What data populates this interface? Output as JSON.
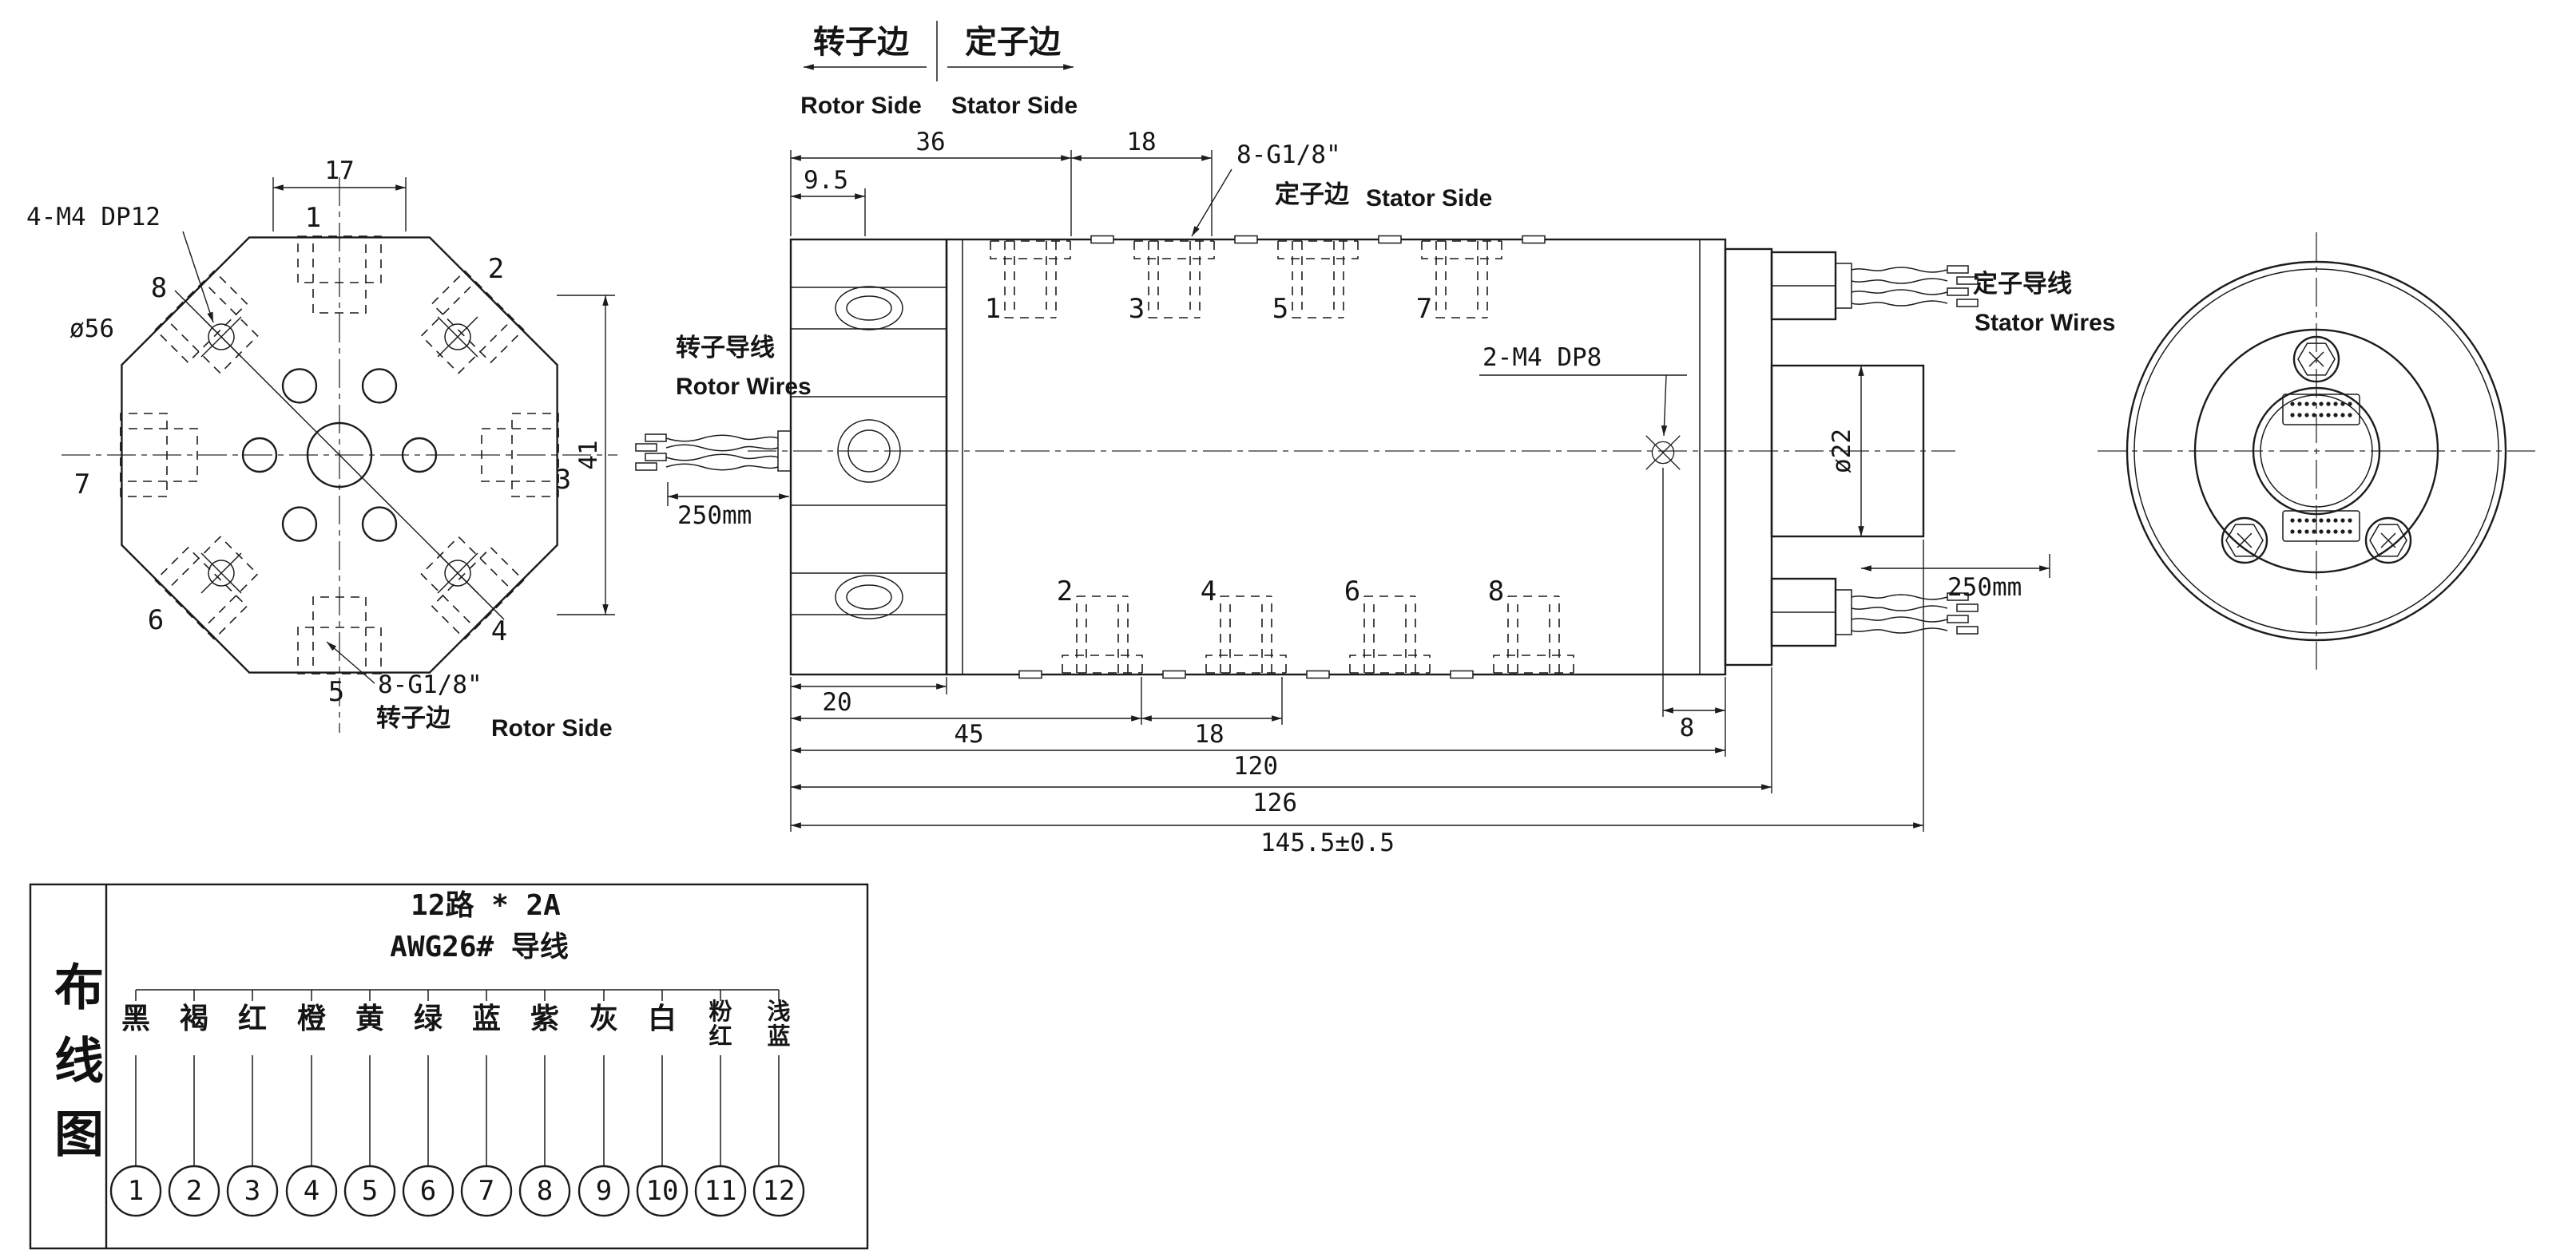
{
  "header": {
    "rotor_cn": "转子边",
    "stator_cn": "定子边",
    "rotor_en": "Rotor Side",
    "stator_en": "Stator Side"
  },
  "front_view": {
    "thread_note": "4-M4 DP12",
    "outer_diameter": "ø56",
    "dim_top": "17",
    "dim_side": "41",
    "port_note": "8-G1/8\"",
    "side_cn": "转子边",
    "side_en": "Rotor Side",
    "ring_numbers": [
      "1",
      "2",
      "3",
      "4",
      "5",
      "6",
      "7",
      "8"
    ]
  },
  "side_view": {
    "dim_36": "36",
    "dim_18_top": "18",
    "dim_9_5": "9.5",
    "port_note": "8-G1/8\"",
    "port_side_cn": "定子边",
    "port_side_en": "Stator Side",
    "top_port_numbers": [
      "1",
      "3",
      "5",
      "7"
    ],
    "bottom_port_numbers": [
      "2",
      "4",
      "6",
      "8"
    ],
    "screw_note": "2-M4 DP8",
    "rotor_wires_cn": "转子导线",
    "rotor_wires_en": "Rotor Wires",
    "rotor_wire_length": "250mm",
    "stator_wires_cn": "定子导线",
    "stator_wires_en": "Stator Wires",
    "stator_wire_length": "250mm",
    "shaft_diameter": "ø22",
    "dim_20": "20",
    "dim_45": "45",
    "dim_18_bottom": "18",
    "dim_8": "8",
    "dim_120": "120",
    "dim_126": "126",
    "dim_overall": "145.5±0.5"
  },
  "wiring": {
    "title": "布线图",
    "spec_line1": "12路 * 2A",
    "spec_line2": "AWG26# 导线",
    "wires": [
      {
        "num": "1",
        "color": "黑"
      },
      {
        "num": "2",
        "color": "褐"
      },
      {
        "num": "3",
        "color": "红"
      },
      {
        "num": "4",
        "color": "橙"
      },
      {
        "num": "5",
        "color": "黄"
      },
      {
        "num": "6",
        "color": "绿"
      },
      {
        "num": "7",
        "color": "蓝"
      },
      {
        "num": "8",
        "color": "紫"
      },
      {
        "num": "9",
        "color": "灰"
      },
      {
        "num": "10",
        "color": "白"
      },
      {
        "num": "11",
        "color": "粉红"
      },
      {
        "num": "12",
        "color": "浅蓝"
      }
    ]
  }
}
